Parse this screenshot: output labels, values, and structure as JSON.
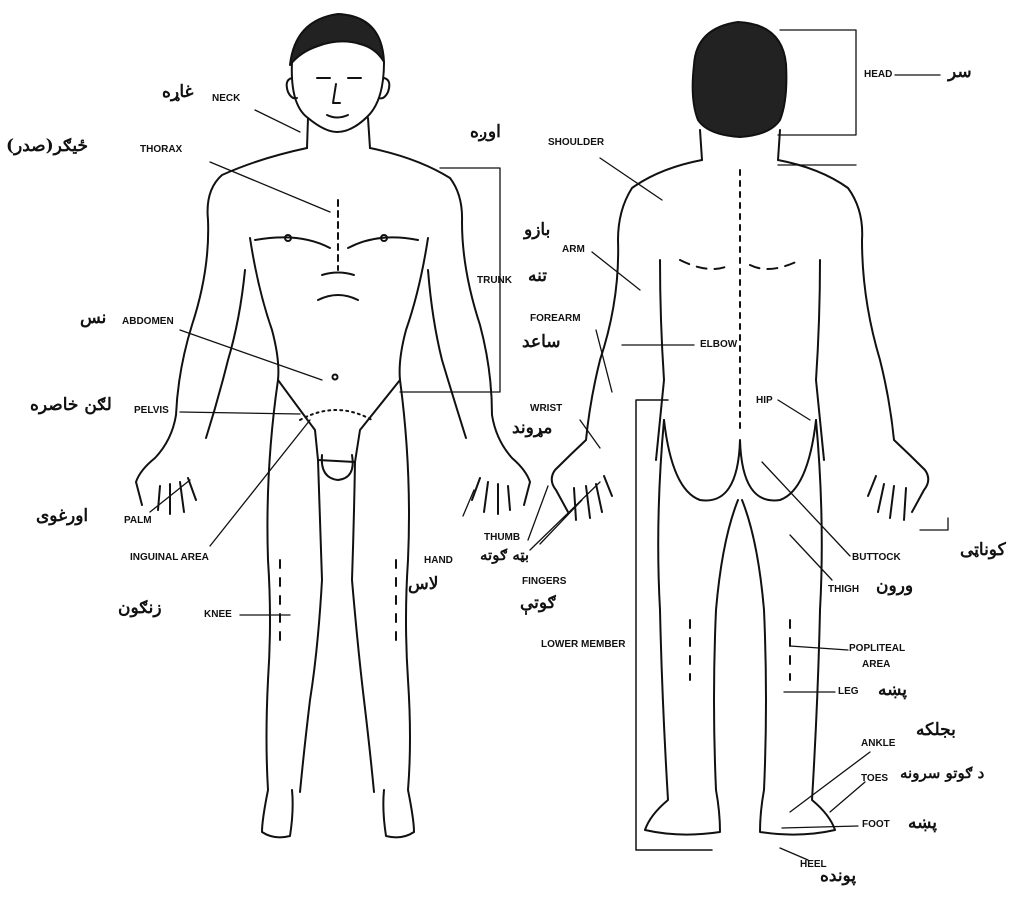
{
  "labels": {
    "neck": "NECK",
    "thorax": "THORAX",
    "trunk": "TRUNK",
    "abdomen": "ABDOMEN",
    "pelvis": "PELVIS",
    "palm": "PALM",
    "inguinal_area": "INGUINAL AREA",
    "hand": "HAND",
    "knee": "KNEE",
    "head": "HEAD",
    "shoulder": "SHOULDER",
    "arm": "ARM",
    "forearm": "FOREARM",
    "elbow": "ELBOW",
    "wrist": "WRIST",
    "hip": "HIP",
    "thumb": "THUMB",
    "fingers": "FINGERS",
    "buttock": "BUTTOCK",
    "thigh": "THIGH",
    "lower_member": "LOWER MEMBER",
    "popliteal": "POPLITEAL",
    "area": "AREA",
    "leg": "LEG",
    "ankle": "ANKLE",
    "toes": "TOES",
    "foot": "FOOT",
    "heel": "HEEL"
  },
  "handwritten": {
    "neck": "غاړه",
    "thorax": "ځيګر(صدر)",
    "abdomen": "نس",
    "pelvis": "لګن خاصره",
    "palm": "اورغوی",
    "knee": "زنګون",
    "shoulder": "اوږه",
    "arm": "بازو",
    "trunk": "تنه",
    "forearm": "ساعد",
    "wrist": "مړوند",
    "thumb": "بټه ګوته",
    "hand": "لاس",
    "fingers": "ګوتې",
    "head": "سر",
    "buttock": "کوناټی",
    "thigh": "ورون",
    "leg": "پښه",
    "ankle": "بجلکه",
    "toes": "د ګوتو سرونه",
    "foot": "پښه",
    "heel": "پونده"
  }
}
